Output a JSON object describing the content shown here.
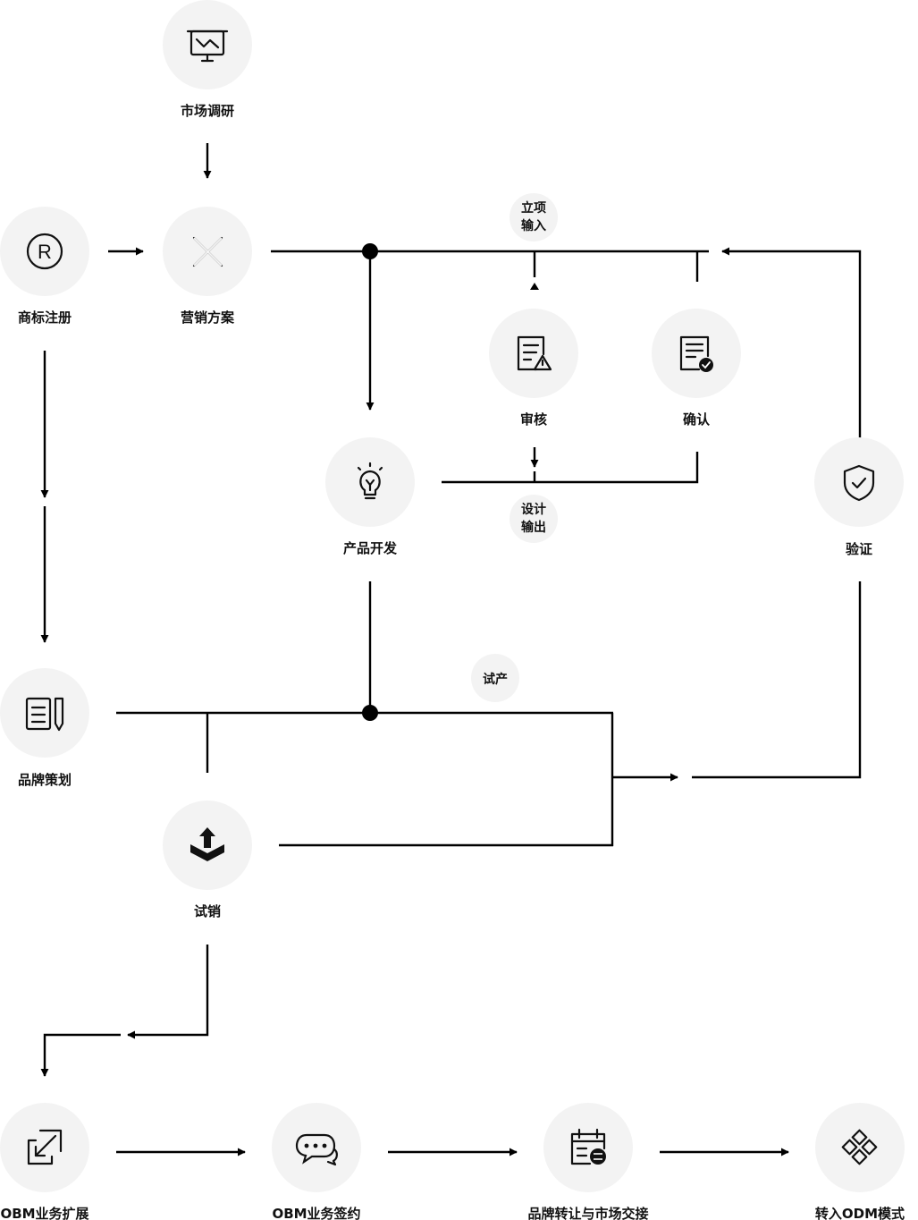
{
  "nodes": {
    "market_research": "市场调研",
    "trademark": "商标注册",
    "marketing_plan": "营销方案",
    "review": "审核",
    "confirm": "确认",
    "product_dev": "产品开发",
    "verify": "验证",
    "brand_planning": "品牌策划",
    "trial_sale": "试销",
    "obm_expand": "OBM业务扩展",
    "obm_sign": "OBM业务签约",
    "brand_transfer": "品牌转让与市场交接",
    "odm_mode": "转入ODM模式"
  },
  "edge_labels": {
    "project_input_1": "立项",
    "project_input_2": "输入",
    "design_output_1": "设计",
    "design_output_2": "输出",
    "trial_production": "试产"
  },
  "icons": {
    "market_research": "presentation-chart-icon",
    "trademark": "registered-mark-icon",
    "marketing_plan": "design-tools-icon",
    "review": "document-warning-icon",
    "confirm": "document-check-icon",
    "product_dev": "lightbulb-icon",
    "verify": "shield-check-icon",
    "brand_planning": "notes-pencil-icon",
    "trial_sale": "upload-box-icon",
    "obm_expand": "arrow-in-box-icon",
    "obm_sign": "chat-bubbles-icon",
    "brand_transfer": "calendar-exchange-icon",
    "odm_mode": "diamond-grid-icon"
  },
  "colors": {
    "circle_fill": "#f3f3f3",
    "line": "#000000",
    "text": "#111111"
  }
}
